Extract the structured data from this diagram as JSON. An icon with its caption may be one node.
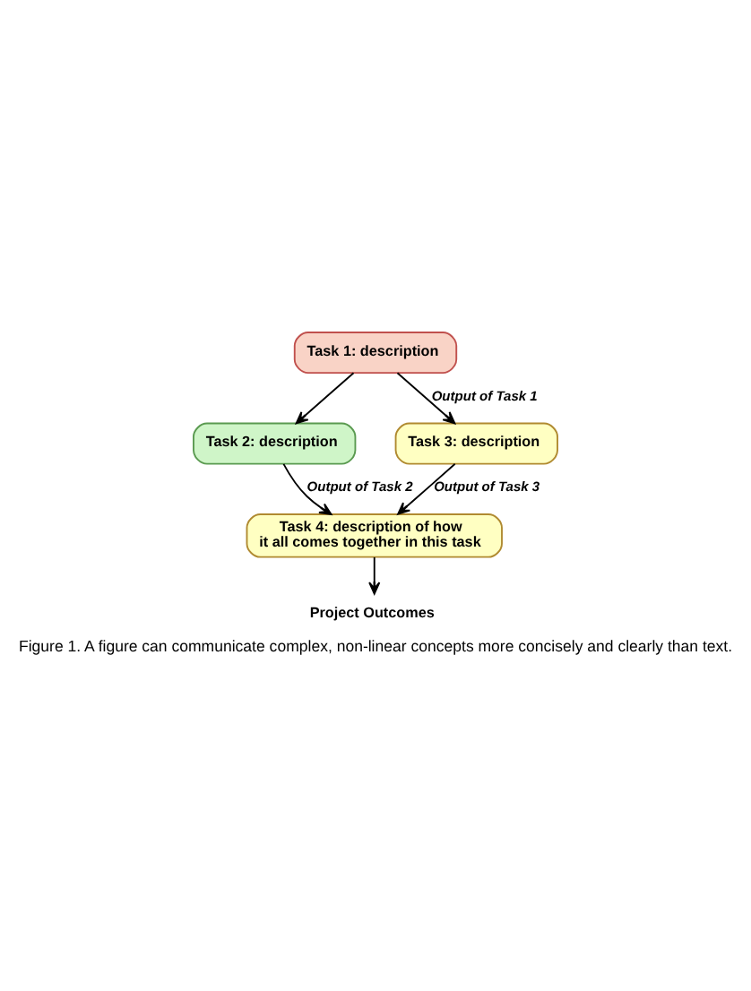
{
  "diagram": {
    "caption": "Figure 1. A figure can communicate complex, non-linear concepts more concisely and clearly than text.",
    "nodes": [
      {
        "text": [
          "Task 1: description"
        ]
      },
      {
        "text": [
          "Task 2: description"
        ]
      },
      {
        "text": [
          "Task 3: description"
        ]
      },
      {
        "text": [
          "Task 4: description of how it all comes together in this task"
        ]
      },
      {
        "text": [
          "Project Outcomes"
        ]
      }
    ],
    "edges": [
      {
        "from": 0,
        "to": 1,
        "arrow": "to"
      },
      {
        "from": 0,
        "to": 2,
        "arrow": "to",
        "label": "Output of Task 1"
      },
      {
        "from": 1,
        "to": 3,
        "arrow": "to",
        "label": "Output of Task 2"
      },
      {
        "from": 2,
        "to": 3,
        "arrow": "to",
        "label": "Output of Task 3"
      },
      {
        "from": 3,
        "to": 4,
        "arrow": "to"
      }
    ]
  }
}
